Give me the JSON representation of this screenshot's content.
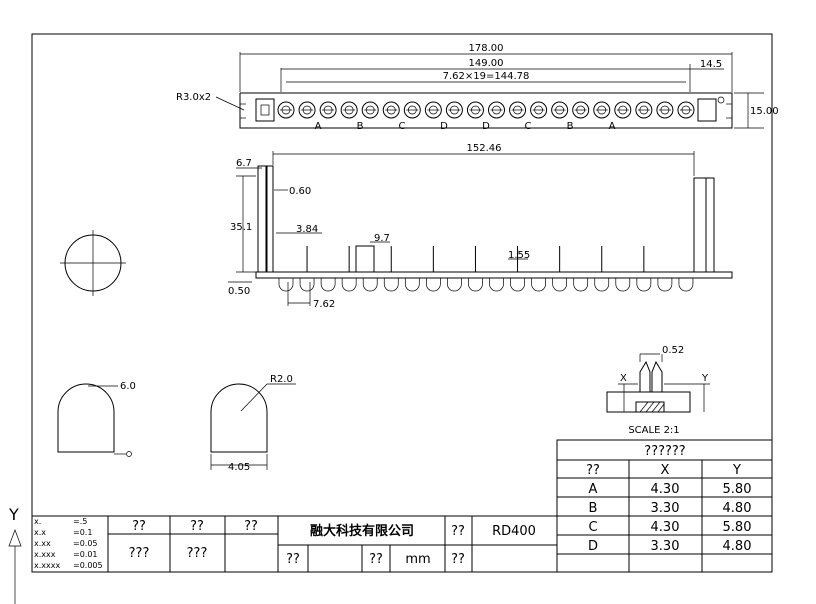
{
  "dimensions": {
    "overall_length": "178.00",
    "pin_span": "149.00",
    "pitch_formula": "7.62×19=144.78",
    "end_offset": "14.5",
    "height": "15.00",
    "radius_note": "R3.0x2",
    "side_length": "152.46",
    "pin_thickness": "0.60",
    "side_offset": "6.7",
    "side_height": "35.1",
    "tab_width": "3.84",
    "pin_height": "9.7",
    "small_height": "1.55",
    "base": "0.50",
    "pitch": "7.62",
    "detail_width": "0.52",
    "tip_radius_1": "6.0",
    "tip_radius_2": "R2.0",
    "tip_width": "4.05"
  },
  "top_labels": [
    "A",
    "B",
    "C",
    "D",
    "D",
    "C",
    "B",
    "A"
  ],
  "scale_label": "SCALE 2:1",
  "axis_labels": {
    "x": "X",
    "y": "Y"
  },
  "coord_table": {
    "title": "??????",
    "header": [
      "??",
      "X",
      "Y"
    ],
    "rows": [
      [
        "A",
        "4.30",
        "5.80"
      ],
      [
        "B",
        "3.30",
        "4.80"
      ],
      [
        "C",
        "4.30",
        "5.80"
      ],
      [
        "D",
        "3.30",
        "4.80"
      ]
    ]
  },
  "tolerance": [
    {
      "label": "x.",
      "value": "=.5"
    },
    {
      "label": "x.x",
      "value": "=0.1"
    },
    {
      "label": "x.xx",
      "value": "=0.05"
    },
    {
      "label": "x.xxx",
      "value": "=0.01"
    },
    {
      "label": "x.xxxx",
      "value": "=0.005"
    }
  ],
  "title_block": {
    "h1": "??",
    "h2": "??",
    "h3": "??",
    "r1": "???",
    "r2": "???",
    "company": "融大科技有限公司",
    "label_a": "??",
    "part_no": "RD400",
    "label_b": "??",
    "label_c": "??",
    "unit": "mm",
    "label_d": "??"
  },
  "ucs_label": "Y"
}
